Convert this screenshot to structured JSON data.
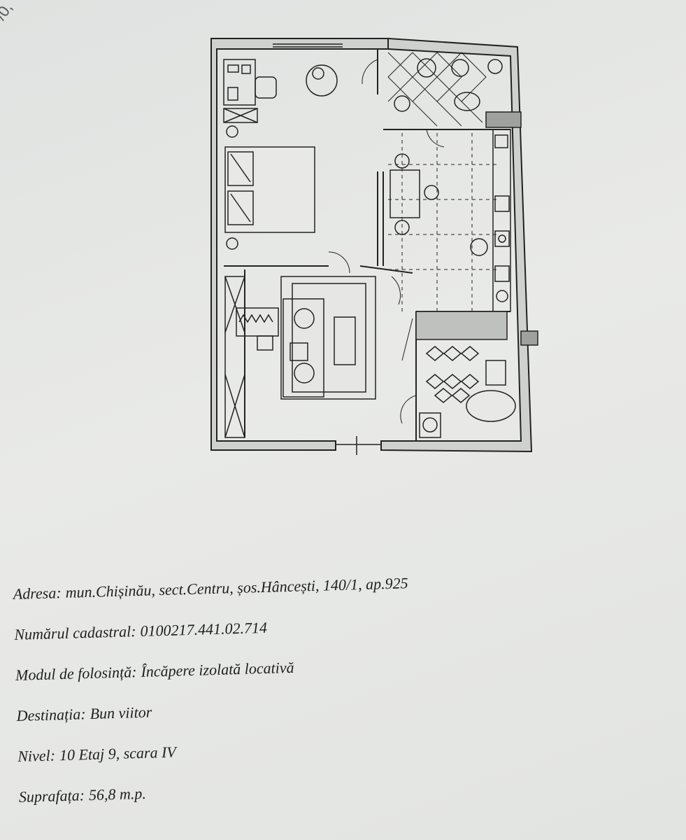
{
  "corner_mark": "/0,",
  "plan_drawing": {
    "icons": [
      "floor-plan",
      "bed-icon",
      "sofa-icon",
      "table-icon",
      "bathtub-icon",
      "toilet-icon",
      "sink-icon",
      "stove-icon",
      "washing-machine-icon",
      "plant-icon",
      "wardrobe-icon"
    ]
  },
  "info": {
    "address": {
      "label": "Adresa:",
      "value": "mun.Chișinău, sect.Centru, șos.Hâncești, 140/1, ap.925"
    },
    "cadastral": {
      "label": "Numărul cadastral:",
      "value": "0100217.441.02.714"
    },
    "usage_mode": {
      "label": "Modul de folosință:",
      "value": "Încăpere izolată locativă"
    },
    "destination": {
      "label": "Destinația:",
      "value": "Bun viitor"
    },
    "level": {
      "label": "Nivel:",
      "value": "10 Etaj 9, scara IV"
    },
    "area": {
      "label": "Suprafața:",
      "value": "56,8 m.p."
    }
  }
}
